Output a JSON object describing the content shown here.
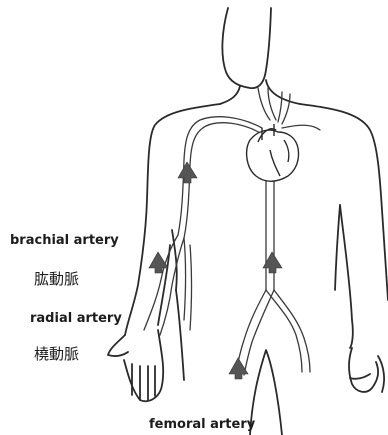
{
  "labels": {
    "brachial_en": "brachial artery",
    "brachial_ja": "肱動脈",
    "radial_en": "radial artery",
    "radial_ja": "橈動脈",
    "femoral_en": "femoral artery"
  },
  "colors": {
    "outline": "#2a2a2a",
    "vessel": "#3a3a3a",
    "arrow": "#555555",
    "background": "#ffffff"
  }
}
